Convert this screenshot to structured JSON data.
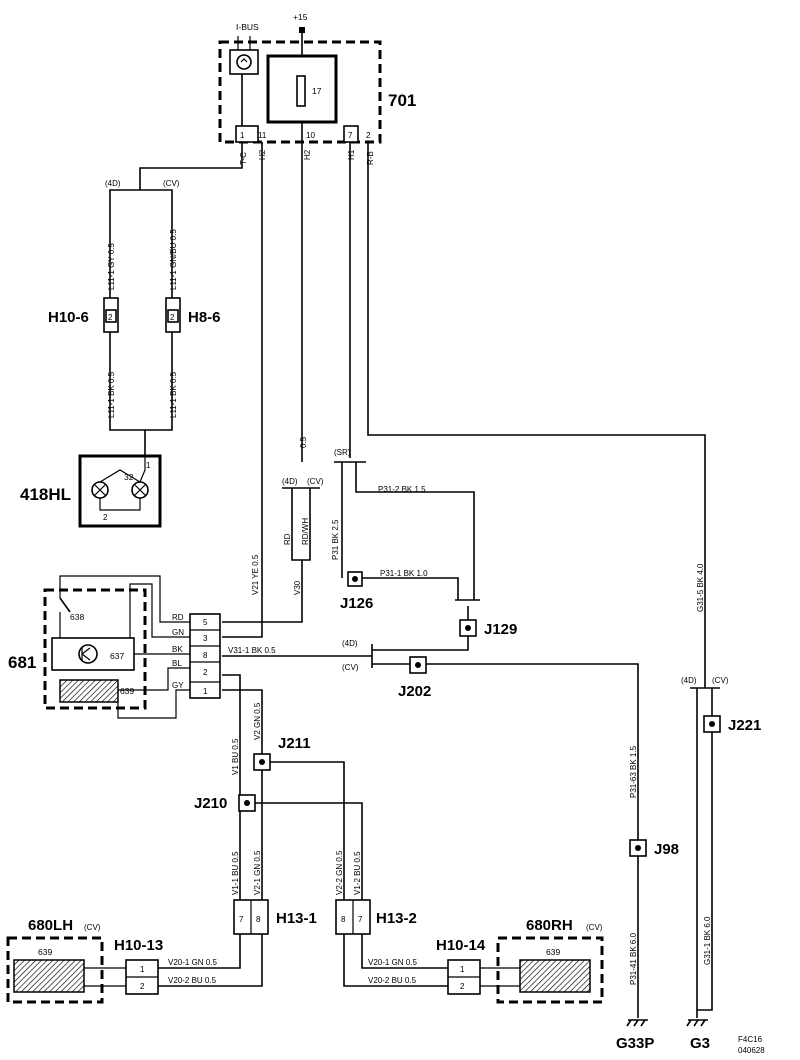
{
  "components": {
    "c701": "701",
    "c17": "17",
    "ibus": "I-BUS",
    "plus15": "+15",
    "c418hl": "418HL",
    "c32": "32",
    "c681": "681",
    "c638": "638",
    "c637": "637",
    "c639": "639",
    "c680lh": "680LH",
    "c680rh": "680RH",
    "cv": "(CV)",
    "c639lh": "639",
    "c639rh": "639"
  },
  "connectors": {
    "h10_6": "H10-6",
    "h8_6": "H8-6",
    "h13_1": "H13-1",
    "h13_2": "H13-2",
    "h10_13": "H10-13",
    "h10_14": "H10-14",
    "j126": "J126",
    "j129": "J129",
    "j202": "J202",
    "j221": "J221",
    "j211": "J211",
    "j210": "J210",
    "j98": "J98",
    "g33p": "G33P",
    "g3": "G3"
  },
  "pins": {
    "p701_1": "1",
    "p701_11": "11",
    "p701_10": "10",
    "p701_7": "7",
    "p701_2": "2",
    "p418_1": "1",
    "p418_2": "2",
    "p681_5": "5",
    "p681_3": "3",
    "p681_8": "8",
    "p681_2": "2",
    "p681_1": "1",
    "h13_1_7": "7",
    "h13_1_8": "8",
    "h13_2_8": "8",
    "h13_2_7": "7",
    "h10_13_1": "1",
    "h10_13_2": "2",
    "h10_14_1": "1",
    "h10_14_2": "2",
    "h10_6_pin": "2",
    "h8_6_pin": "2"
  },
  "wire_labels": {
    "tc": "T-C",
    "h2a": "H2",
    "h2b": "H2",
    "h1": "H1",
    "rb": "R-B",
    "v4d_1": "(4D)",
    "vcv_1": "(CV)",
    "l11_gy": "L11-1  GY  0.5",
    "l11_gnbu": "L11-1  GN/BU  0.5",
    "l11_bk_l": "L11-1  BK   0.5",
    "l11_bk_r": "L11-1  BK   0.5",
    "h2_05": "0.5",
    "sr": "(SR)",
    "p31_2": "P31-2  BK  1.5",
    "v4d_2": "(4D)",
    "vcv_2": "(CV)",
    "rd": "RD",
    "rdwh": "RD/WH",
    "v30": "V30",
    "p31": "P31  BK  2.5",
    "p31_1": "P31-1  BK    1.0",
    "v21": "V21  YE   0.5",
    "c_rd": "RD",
    "c_gn": "GN",
    "c_bk": "BK",
    "c_bl": "BL",
    "c_gy": "GY",
    "v31": "V31-1  BK  0.5",
    "v4d_3": "(4D)",
    "vcv_3": "(CV)",
    "v4d_4": "(4D)",
    "vcv_4": "(CV)",
    "g31_5": "G31-5  BK  4.0",
    "v1bu": "V1  BU  0.5",
    "v2gn": "V2  GN  0.5",
    "p31_63": "P31-63  BK  1.5",
    "v1_1": "V1-1  BU  0.5",
    "v2_1": "V2-1  GN  0.5",
    "v2_2": "V2-2  GN  0.5",
    "v1_2": "V1-2  BU  0.5",
    "v20_1l": "V20-1  GN  0.5",
    "v20_2l": "V20-2  BU  0.5",
    "v20_1r": "V20-1  GN  0.5",
    "v20_2r": "V20-2  BU  0.5",
    "p31_41": "P31-41  BK  6.0",
    "g31_1": "G31-1  BK  6.0"
  },
  "footer": {
    "code1": "F4C16",
    "code2": "040628"
  }
}
